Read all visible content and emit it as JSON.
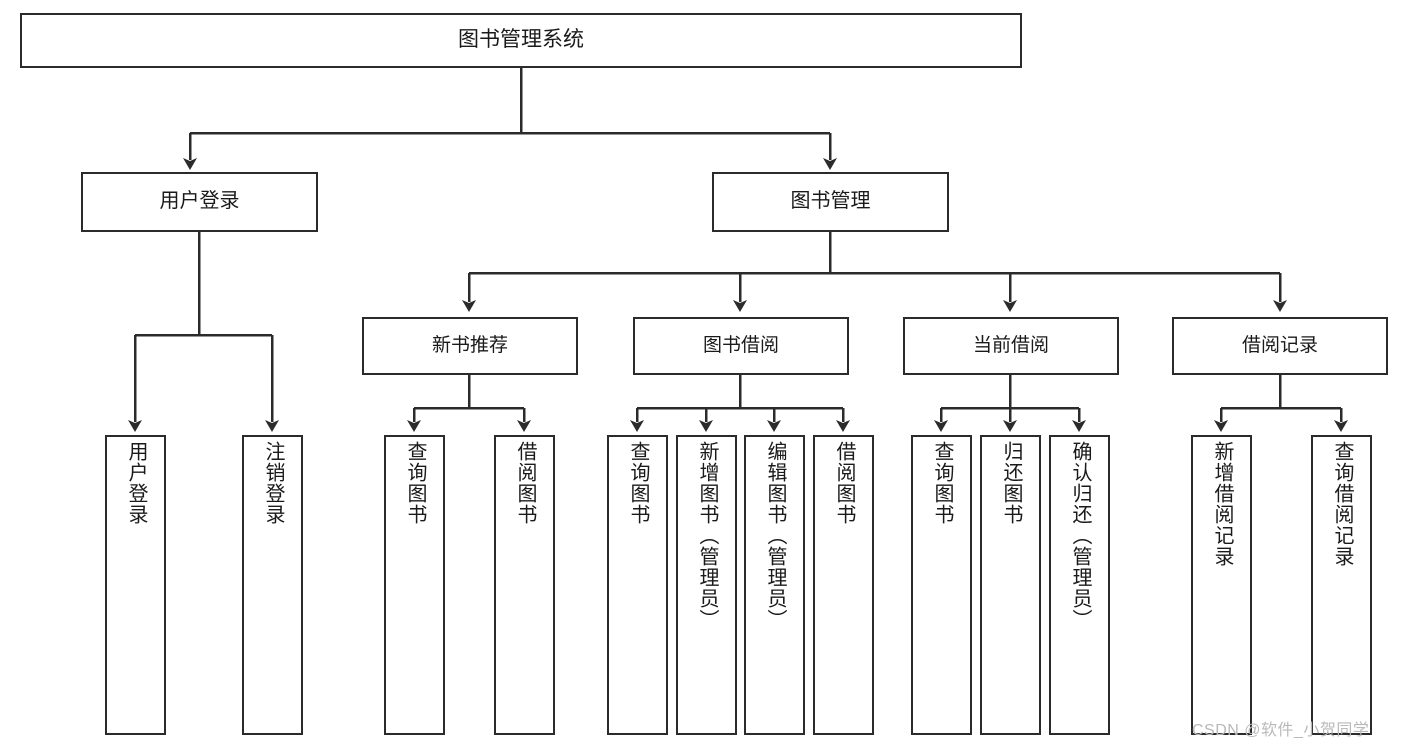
{
  "diagram": {
    "type": "hierarchy-tree",
    "title": "图书管理系统",
    "root": {
      "label": "图书管理系统"
    },
    "level1": [
      {
        "label": "用户登录"
      },
      {
        "label": "图书管理"
      }
    ],
    "level2": [
      {
        "label": "新书推荐"
      },
      {
        "label": "图书借阅"
      },
      {
        "label": "当前借阅"
      },
      {
        "label": "借阅记录"
      }
    ],
    "leaves": {
      "user_login": [
        {
          "label": "用户登录"
        },
        {
          "label": "注销登录"
        }
      ],
      "new_book_recommend": [
        {
          "label": "查询图书"
        },
        {
          "label": "借阅图书"
        }
      ],
      "book_borrow": [
        {
          "label": "查询图书"
        },
        {
          "label": "新增图书（管理员）"
        },
        {
          "label": "编辑图书（管理员）"
        },
        {
          "label": "借阅图书"
        }
      ],
      "current_borrow": [
        {
          "label": "查询图书"
        },
        {
          "label": "归还图书"
        },
        {
          "label": "确认归还（管理员）"
        }
      ],
      "borrow_record": [
        {
          "label": "新增借阅记录"
        },
        {
          "label": "查询借阅记录"
        }
      ]
    },
    "watermark": "CSDN @软件_小贺同学",
    "colors": {
      "stroke": "#2b2b2b",
      "fill": "#ffffff",
      "text": "#1a1a1a",
      "watermark": "#b9b9b9"
    }
  }
}
